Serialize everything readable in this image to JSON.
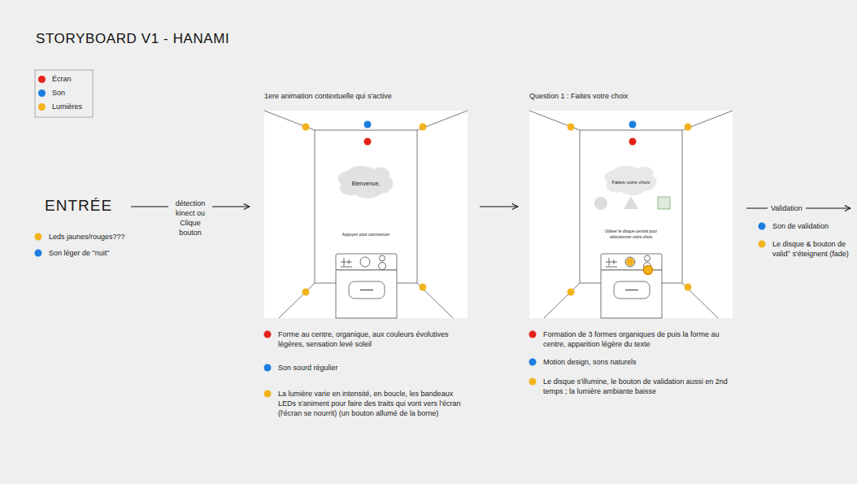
{
  "diagram": {
    "title": "STORYBOARD V1 - HANAMI",
    "nodes": [
      {
        "text": [
          "ENTRÉE"
        ]
      },
      {
        "text": [
          "1ere animation contextuelle qui s'active"
        ]
      },
      {
        "text": [
          "Bienvenue,"
        ],
        "in": 1
      },
      {
        "text": [
          "Question 1 : Faites votre choix"
        ]
      },
      {
        "text": [
          "Faites votre choix"
        ],
        "in": 3
      }
    ],
    "edges": [
      {
        "from": 0,
        "to": 1,
        "arrow": "to",
        "label": "détection kinect ou Clique bouton"
      },
      {
        "from": 1,
        "to": 3,
        "arrow": "to"
      }
    ],
    "labels": [
      "Leds jaunes/rouges???",
      "Son léger de \"nuit\"",
      "Appuyez pour commencer",
      "Forme au centre, organique, aux couleurs évolutives légères, sensation levé soleil",
      "Son sourd régulier",
      "La lumière varie en intensité, en boucle, les bandeaux LEDs s'animent pour faire des traits qui vont vers l'écran (l'écran se nourrit) (un bouton allumé de la borne)",
      "Utiliser le disque central pour sélectionner votre choix",
      "Formation de 3 formes organiques de puis la forme au centre, apparition légère du texte",
      "Motion design, sons naturels",
      "Le disque s'illumine, le bouton de validation aussi en 2nd temps ; la lumière ambiante baisse",
      "Validation",
      "Son de validation",
      "Le disque & bouton de valid° s'éteignent (fade)"
    ],
    "legend": [
      {
        "text": "Écran",
        "color": "#e3231b"
      },
      {
        "text": "Son",
        "color": "#1b7ee0"
      },
      {
        "text": "Lumières",
        "color": "#f2b31e"
      }
    ]
  }
}
